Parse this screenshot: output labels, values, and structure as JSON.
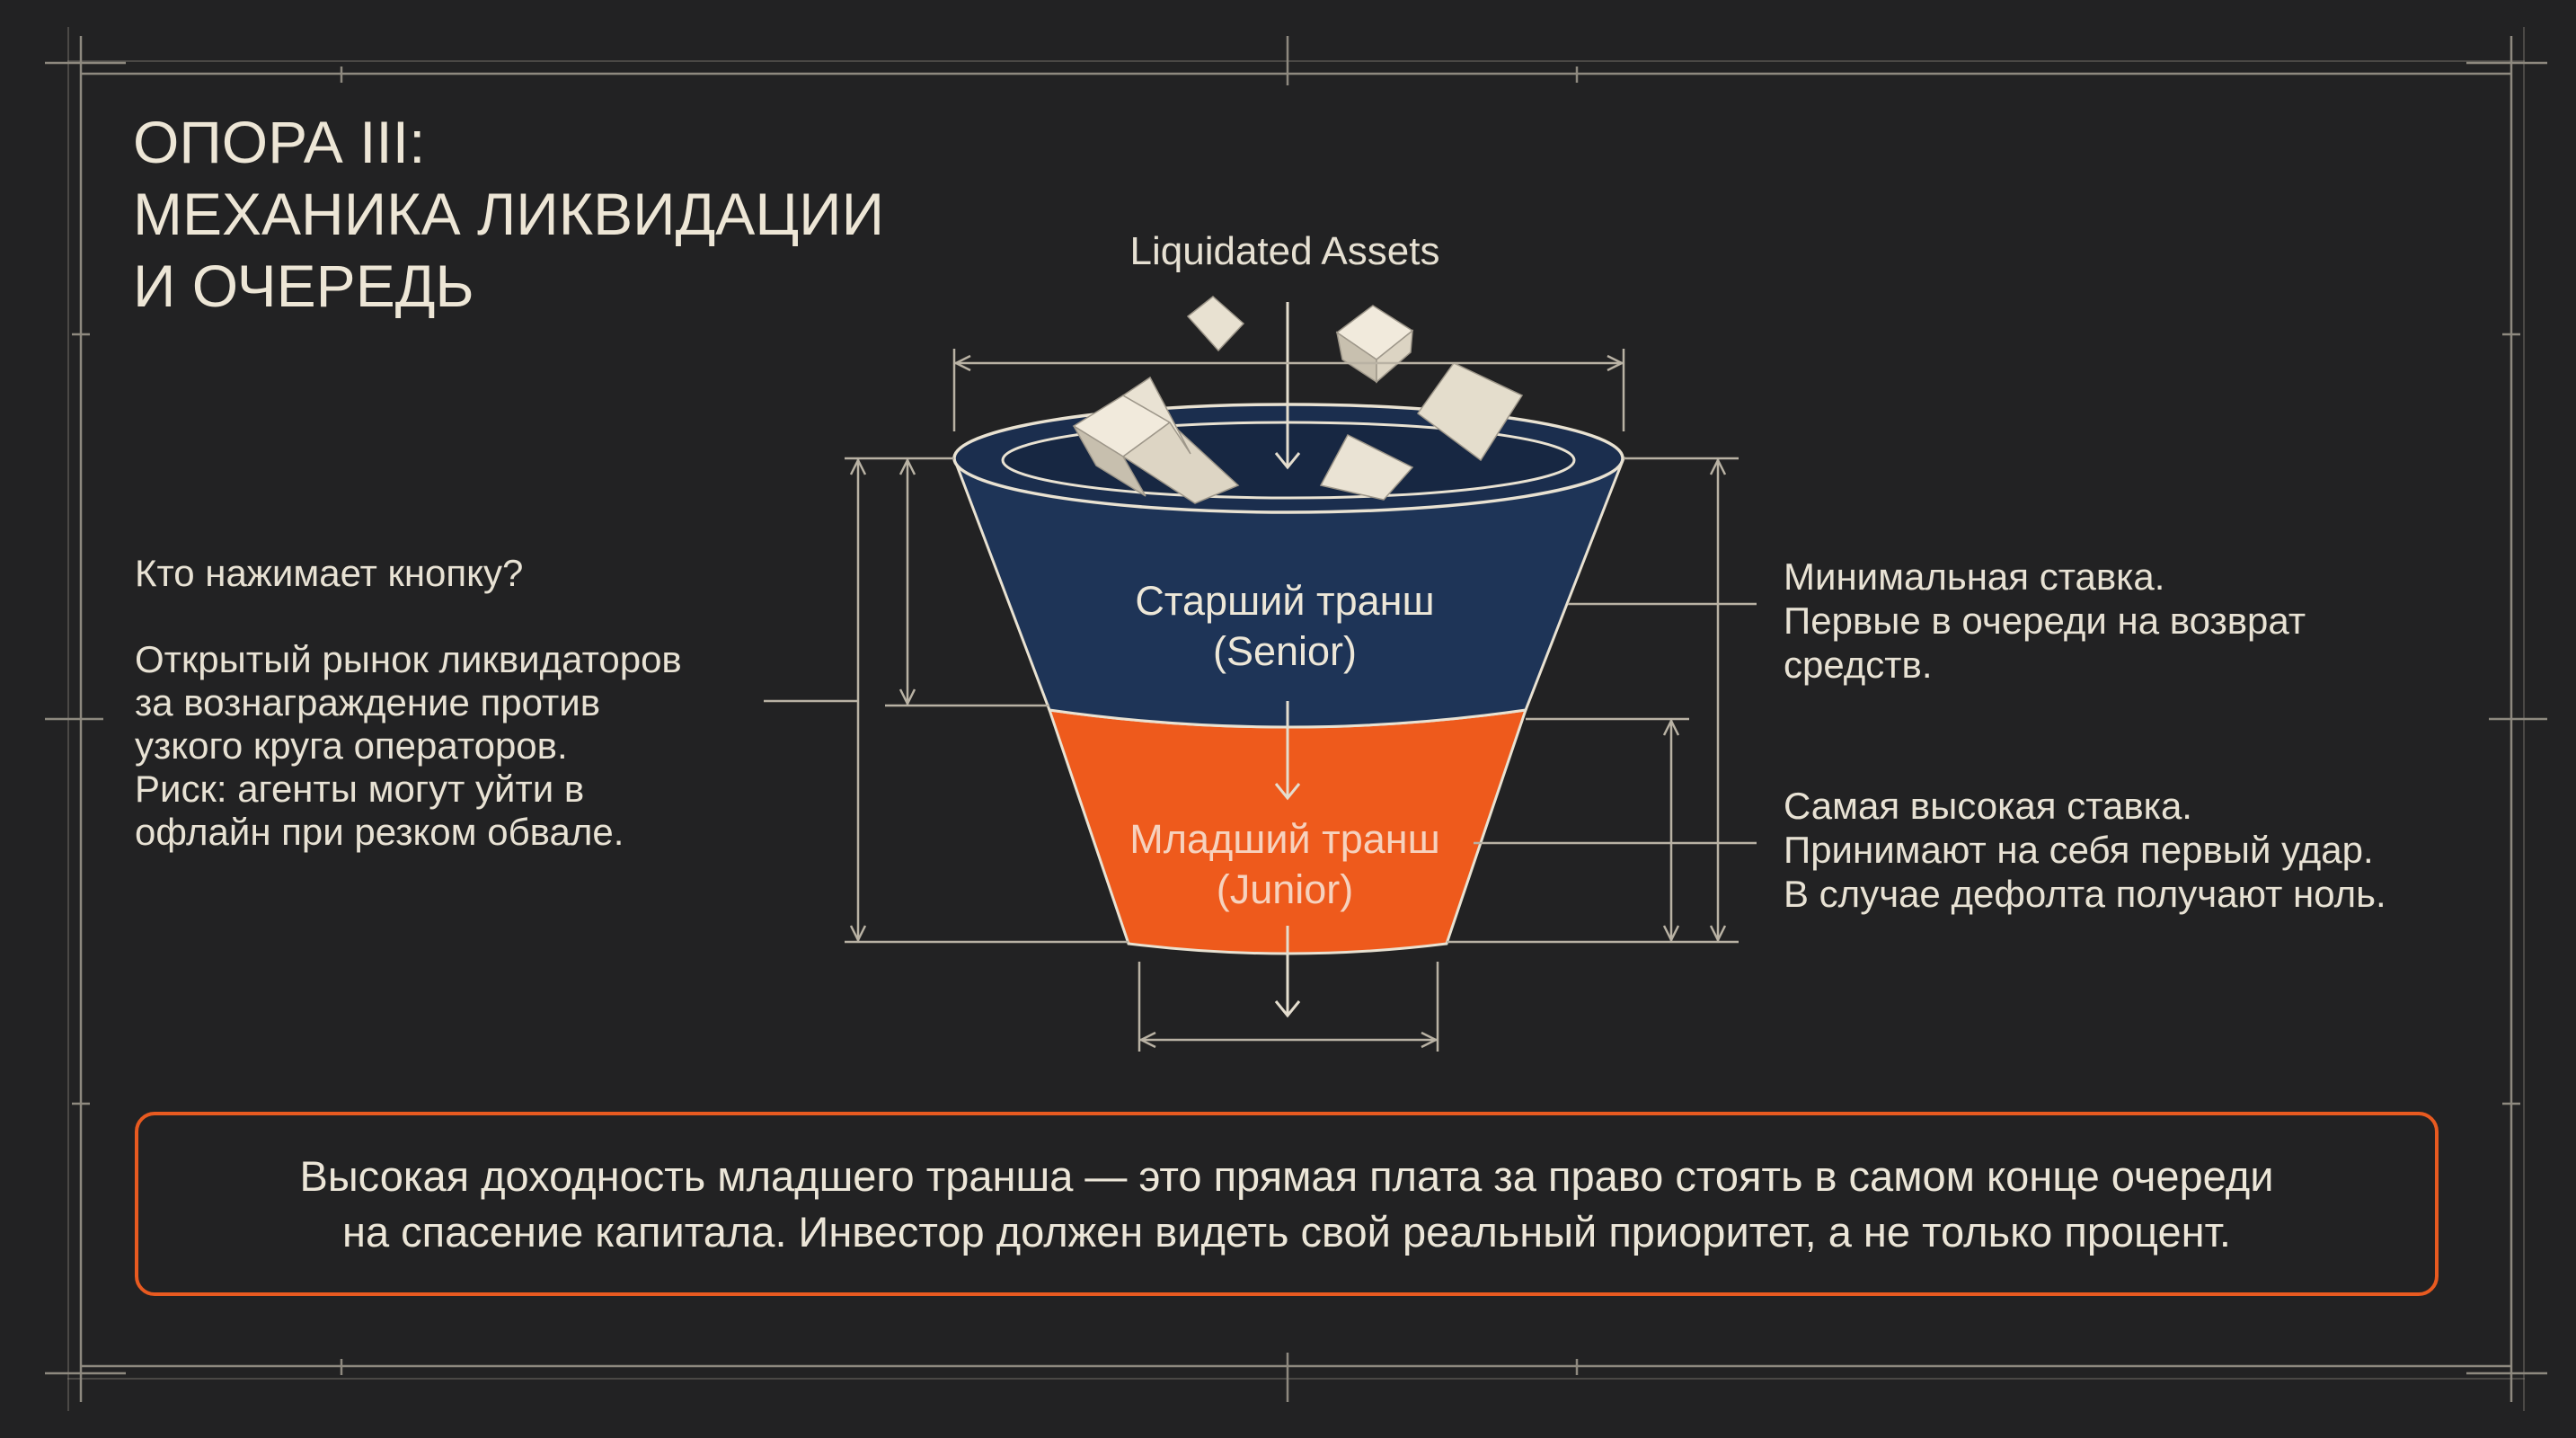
{
  "title": {
    "line1": "ОПОРА III:",
    "line2": "МЕХАНИКА ЛИКВИДАЦИИ",
    "line3": "И ОЧЕРЕДЬ"
  },
  "left": {
    "question": "Кто нажимает кнопку?",
    "lines": [
      "Открытый рынок ликвидаторов",
      "за вознаграждение против",
      "узкого круга операторов.",
      "Риск: агенты могут уйти в",
      "офлайн при резком обвале."
    ]
  },
  "diagram": {
    "input_label": "Liquidated Assets",
    "senior": {
      "line1": "Старший транш",
      "line2": "(Senior)",
      "color": "#1E3457"
    },
    "junior": {
      "line1": "Младший транш",
      "line2": "(Junior)",
      "color": "#EE5A1C"
    }
  },
  "right": {
    "senior_desc": [
      "Минимальная ставка.",
      "Первые в очереди на возврат",
      "средств."
    ],
    "junior_desc": [
      "Самая высокая ставка.",
      "Принимают на себя первый удар.",
      "В случае дефолта получают ноль."
    ]
  },
  "callout": {
    "line1": "Высокая доходность младшего транша — это прямая плата за право стоять в самом конце очереди",
    "line2": "на спасение капитала. Инвестор должен видеть свой реальный приоритет, а не только процент.",
    "border_color": "#E85A20"
  },
  "colors": {
    "background": "#222223",
    "text": "#ECE6D8",
    "lines": "#BDB6A8",
    "cube": "#E6DFCF"
  }
}
